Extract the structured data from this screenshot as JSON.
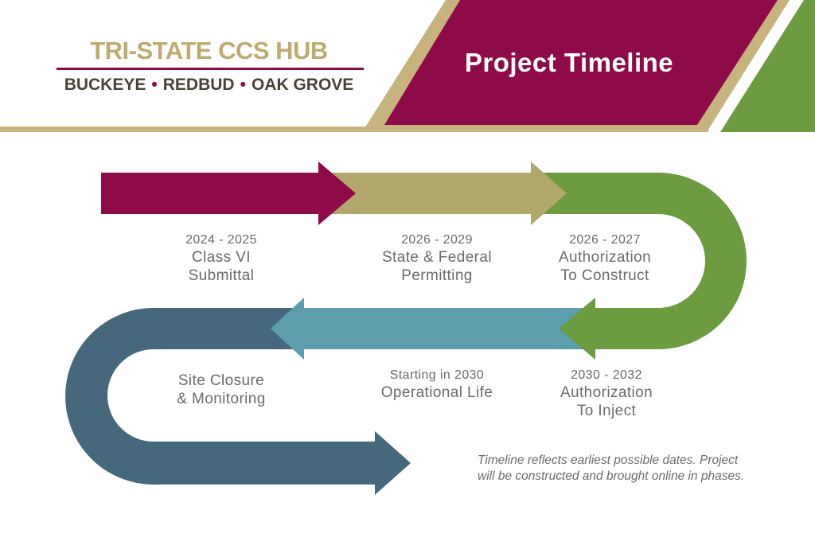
{
  "header": {
    "logo": {
      "title": "TRI-STATE CCS HUB",
      "sites": [
        "BUCKEYE",
        "REDBUD",
        "OAK GROVE"
      ],
      "bullet": "•"
    },
    "banner": {
      "title": "Project Timeline"
    }
  },
  "colors": {
    "maroon": "#8F0A49",
    "tan": "#B2A76C",
    "green": "#6D9B40",
    "teal": "#5E9DAE",
    "slate": "#45687D",
    "border_tan": "#C6B47C",
    "logo_tan": "#BFAB6F",
    "logo_dark": "#4A4237",
    "label_gray": "#6B6B6B",
    "banner_text": "#FFFFFF"
  },
  "timeline": {
    "phases": [
      {
        "id": "class-vi-submittal",
        "arrow_color": "maroon",
        "date": "2024 - 2025",
        "line1": "Class VI",
        "line2": "Submittal"
      },
      {
        "id": "state-federal-permitting",
        "arrow_color": "tan",
        "date": "2026 - 2029",
        "line1": "State & Federal",
        "line2": "Permitting"
      },
      {
        "id": "authorization-to-construct",
        "arrow_color": "green",
        "date": "2026 - 2027",
        "line1": "Authorization",
        "line2": "To Construct"
      },
      {
        "id": "authorization-to-inject",
        "arrow_color": "green",
        "date": "2030 - 2032",
        "line1": "Authorization",
        "line2": "To Inject"
      },
      {
        "id": "operational-life",
        "arrow_color": "teal",
        "date": "Starting in 2030",
        "line1": "Operational Life",
        "line2": ""
      },
      {
        "id": "site-closure-monitoring",
        "arrow_color": "slate",
        "date": "",
        "line1": "Site Closure",
        "line2": "& Monitoring"
      }
    ],
    "note": {
      "line1": "Timeline reflects earliest possible dates. Project",
      "line2": "will be constructed and brought online in phases."
    }
  }
}
